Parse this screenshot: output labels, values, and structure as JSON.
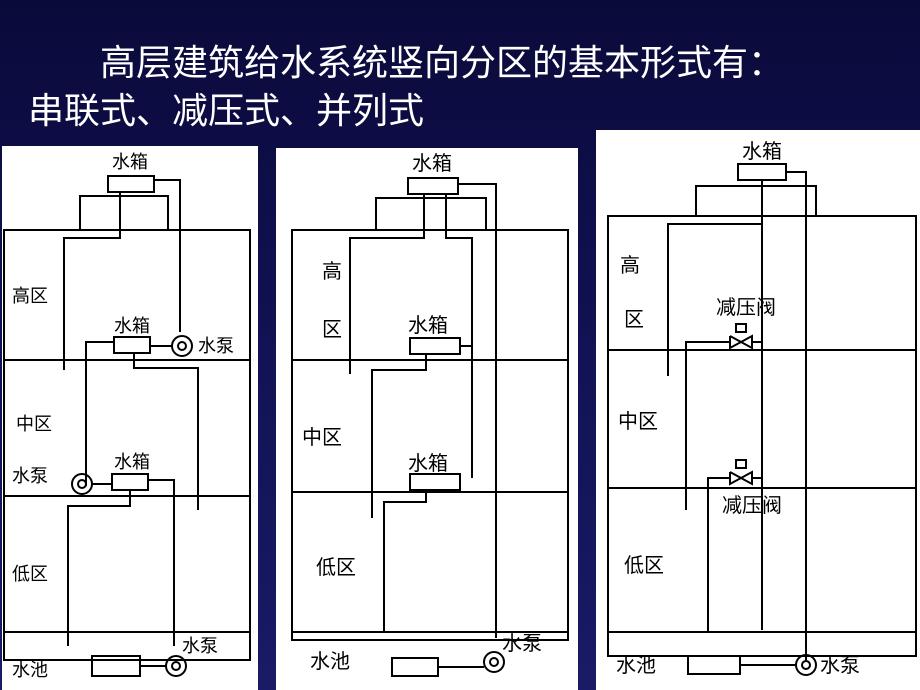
{
  "title": {
    "line1": "高层建筑给水系统竖向分区的基本形式有：",
    "line2": "串联式、减压式、并列式"
  },
  "diagrams": {
    "series": {
      "top_tank": "水箱",
      "zone_high": "高区",
      "zone_mid": "中区",
      "zone_low": "低区",
      "tank_high": "水箱",
      "pump_high": "水泵",
      "tank_mid": "水箱",
      "pump_mid": "水泵",
      "pump_low": "水泵",
      "pool": "水池"
    },
    "parallel": {
      "top_tank": "水箱",
      "zone_high_1": "高",
      "zone_high_2": "区",
      "tank_mid": "水箱",
      "zone_mid": "中区",
      "tank_low": "水箱",
      "zone_low": "低区",
      "pool": "水池",
      "pump": "水泵"
    },
    "reducing": {
      "top_tank": "水箱",
      "zone_high_1": "高",
      "zone_high_2": "区",
      "valve_upper": "减压阀",
      "zone_mid": "中区",
      "valve_lower": "减压阀",
      "zone_low": "低区",
      "pool": "水池",
      "pump": "水泵"
    }
  }
}
